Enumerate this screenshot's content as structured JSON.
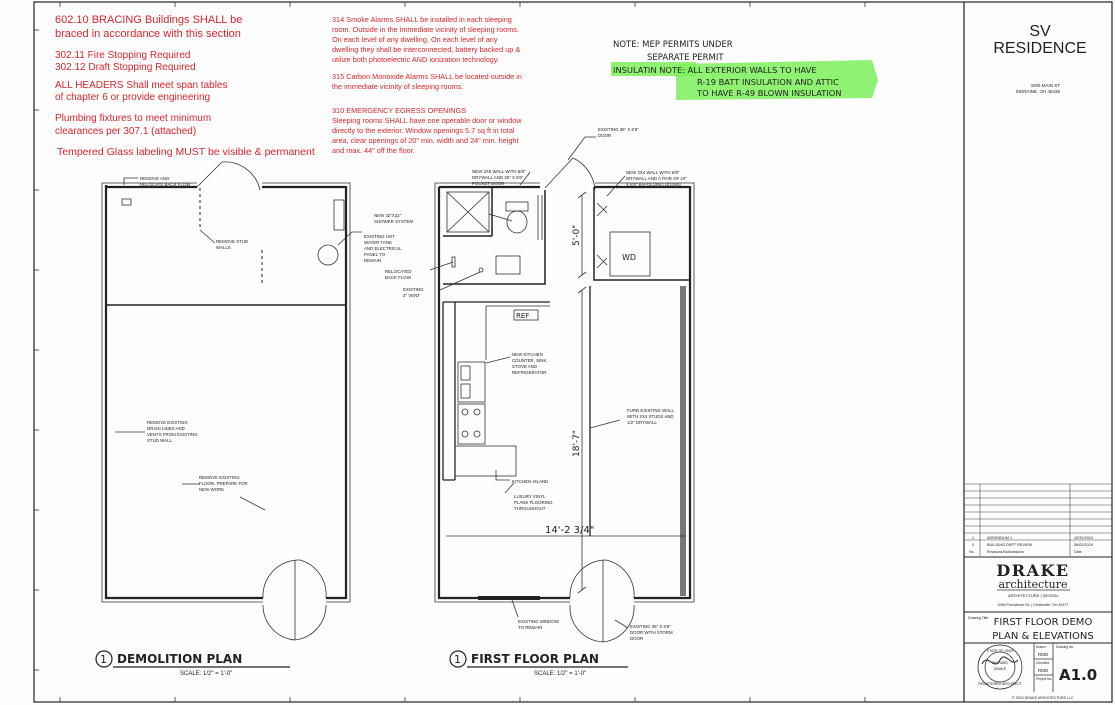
{
  "notes": {
    "left": [
      "602.10 BRACING Buildings SHALL be",
      "braced in accordance with this section",
      "302.11 Fire Stopping Required",
      "302.12 Draft Stopping Required",
      "ALL HEADERS Shall meet span tables",
      "of chapter 6 or provide engineering",
      "Plumbing fixtures to meet minimum",
      "clearances per 307.1 (attached)",
      "Tempered Glass labeling MUST be visible & permanent"
    ],
    "middle": [
      "314 Smoke Alarms SHALL be installed in each sleeping",
      "room. Outside in the immediate vicinity of sleeping rooms.",
      "On each level of any dwelling.  On each level of any",
      "dwelling they shall be interconnected, battery backed up &",
      "utilize both photoelectric AND ionization technology.",
      "315 Carbon Monoxide Alarms SHALL be located outside in",
      "the immediate vicinity of sleeping rooms.",
      "310 EMERGENCY EGRESS OPENINGS",
      "Sleeping rooms SHALL have one operable door or window",
      "directly to the exterior.  Window openings 5.7 sq ft in total",
      "area, clear openings of 20\" min. width and 24\" min. height",
      "and max. 44\" off the floor."
    ],
    "mep": [
      "NOTE: MEP PERMITS UNDER",
      "SEPARATE PERMIT"
    ],
    "insulation": [
      "INSULATIN NOTE: ALL EXTERIOR WALLS TO HAVE",
      "R-19 BATT INSULATION AND ATTIC",
      "TO HAVE R-49 BLOWN INSULATION"
    ]
  },
  "demo_plan": {
    "labels": [
      "REMOVE AND",
      "RELOCATE BACK FLOW",
      "REMOVE STUD",
      "WALLS",
      "EXISTING HOT",
      "WATER TANK",
      "AND ELECTRICAL",
      "PANEL TO",
      "REMAIN",
      "REMOVE EXISTING",
      "DRAIN LINES AND",
      "VENTS FROM EXISTING",
      "STUD WALL",
      "REMOVE EXISTING",
      "FLOOR, PREPARE FOR",
      "NEW WORK"
    ],
    "title_number": "1",
    "title": "DEMOLITION PLAN",
    "scale": "SCALE: 1/2\" = 1'-0\""
  },
  "floor_plan": {
    "labels": [
      "NEW 2X6 WALL WITH 5/8\"",
      "DRYWALL AND 36\" X 6'8\"",
      "POCKET DOOR",
      "EXISTING 36\" X 6'8\"",
      "DOOR",
      "NEW 2X4 WALL WITH 5/8\"",
      "DRYWALL AND A PAIR OF 24\"",
      "X 6'8\" BI-FOLDING DOORS",
      "NEW 32\"X32\"",
      "SHOWER SYSTEM",
      "RELOCATED",
      "BACK FLOW",
      "EXISTING",
      "3\" VENT",
      "NEW KITCHEN",
      "COUNTER, SINK,",
      "STOVE AND",
      "REFRIGERATOR",
      "FURR EXISTING WALL",
      "WITH 2X4 STUDS AND",
      "1/2\" DRYWALL",
      "KITCHEN ISLAND",
      "LUXURY VINYL",
      "PLANK FLOORING",
      "THROUGHOUT",
      "EXISTING WINDOW",
      "TO REMAIN",
      "EXISTING 36\" X 6'8\"",
      "DOOR WITH STORM",
      "DOOR"
    ],
    "dims": [
      "5'-0\"",
      "18'-7\"",
      "14'-2 3/4\""
    ],
    "room_tags": [
      "REF",
      "WD"
    ],
    "title_number": "1",
    "title": "FIRST FLOOR PLAN",
    "scale": "SCALE: 1/2\" = 1'-0\""
  },
  "title_block": {
    "project": [
      "SV",
      "RESIDENCE"
    ],
    "address": [
      "3305 MAIN ST",
      "MORAINE, OH 45439"
    ],
    "revisions": [
      {
        "no": "1",
        "desc": "ADDENDUM 1",
        "date": "10/31/2024"
      },
      {
        "no": "0",
        "desc": "BUILDING DEPT REVIEW",
        "date": "08/02/2024"
      }
    ],
    "rev_headers": [
      "No.",
      "Revisions/Submissions",
      "Date"
    ],
    "firm": [
      "DRAKE",
      "architecture"
    ],
    "firm_sub": "ARCHITECTURE  |  DESIGN",
    "firm_addr": "1056 Providence Dr.  |  Centerville, OH  45377",
    "labels": [
      "Drawing Title",
      "Drawn",
      "Drawing No.",
      "Checked",
      "Project No."
    ],
    "drawing_title": [
      "FIRST FLOOR DEMO",
      "PLAN & ELEVATIONS"
    ],
    "drawn": "RMD",
    "checked": "RMD",
    "drawing_no": "A1.0",
    "copyright": "© 2024 DRAKE ARCHITECTURE LLC",
    "seal": [
      "STATE OF OHIO",
      "RICHARD",
      "DRAKE",
      "REGISTERED ARCHITECT"
    ]
  },
  "colors": {
    "note_red": "#d8262c",
    "highlight": "#7df05a",
    "ink": "#222222"
  }
}
